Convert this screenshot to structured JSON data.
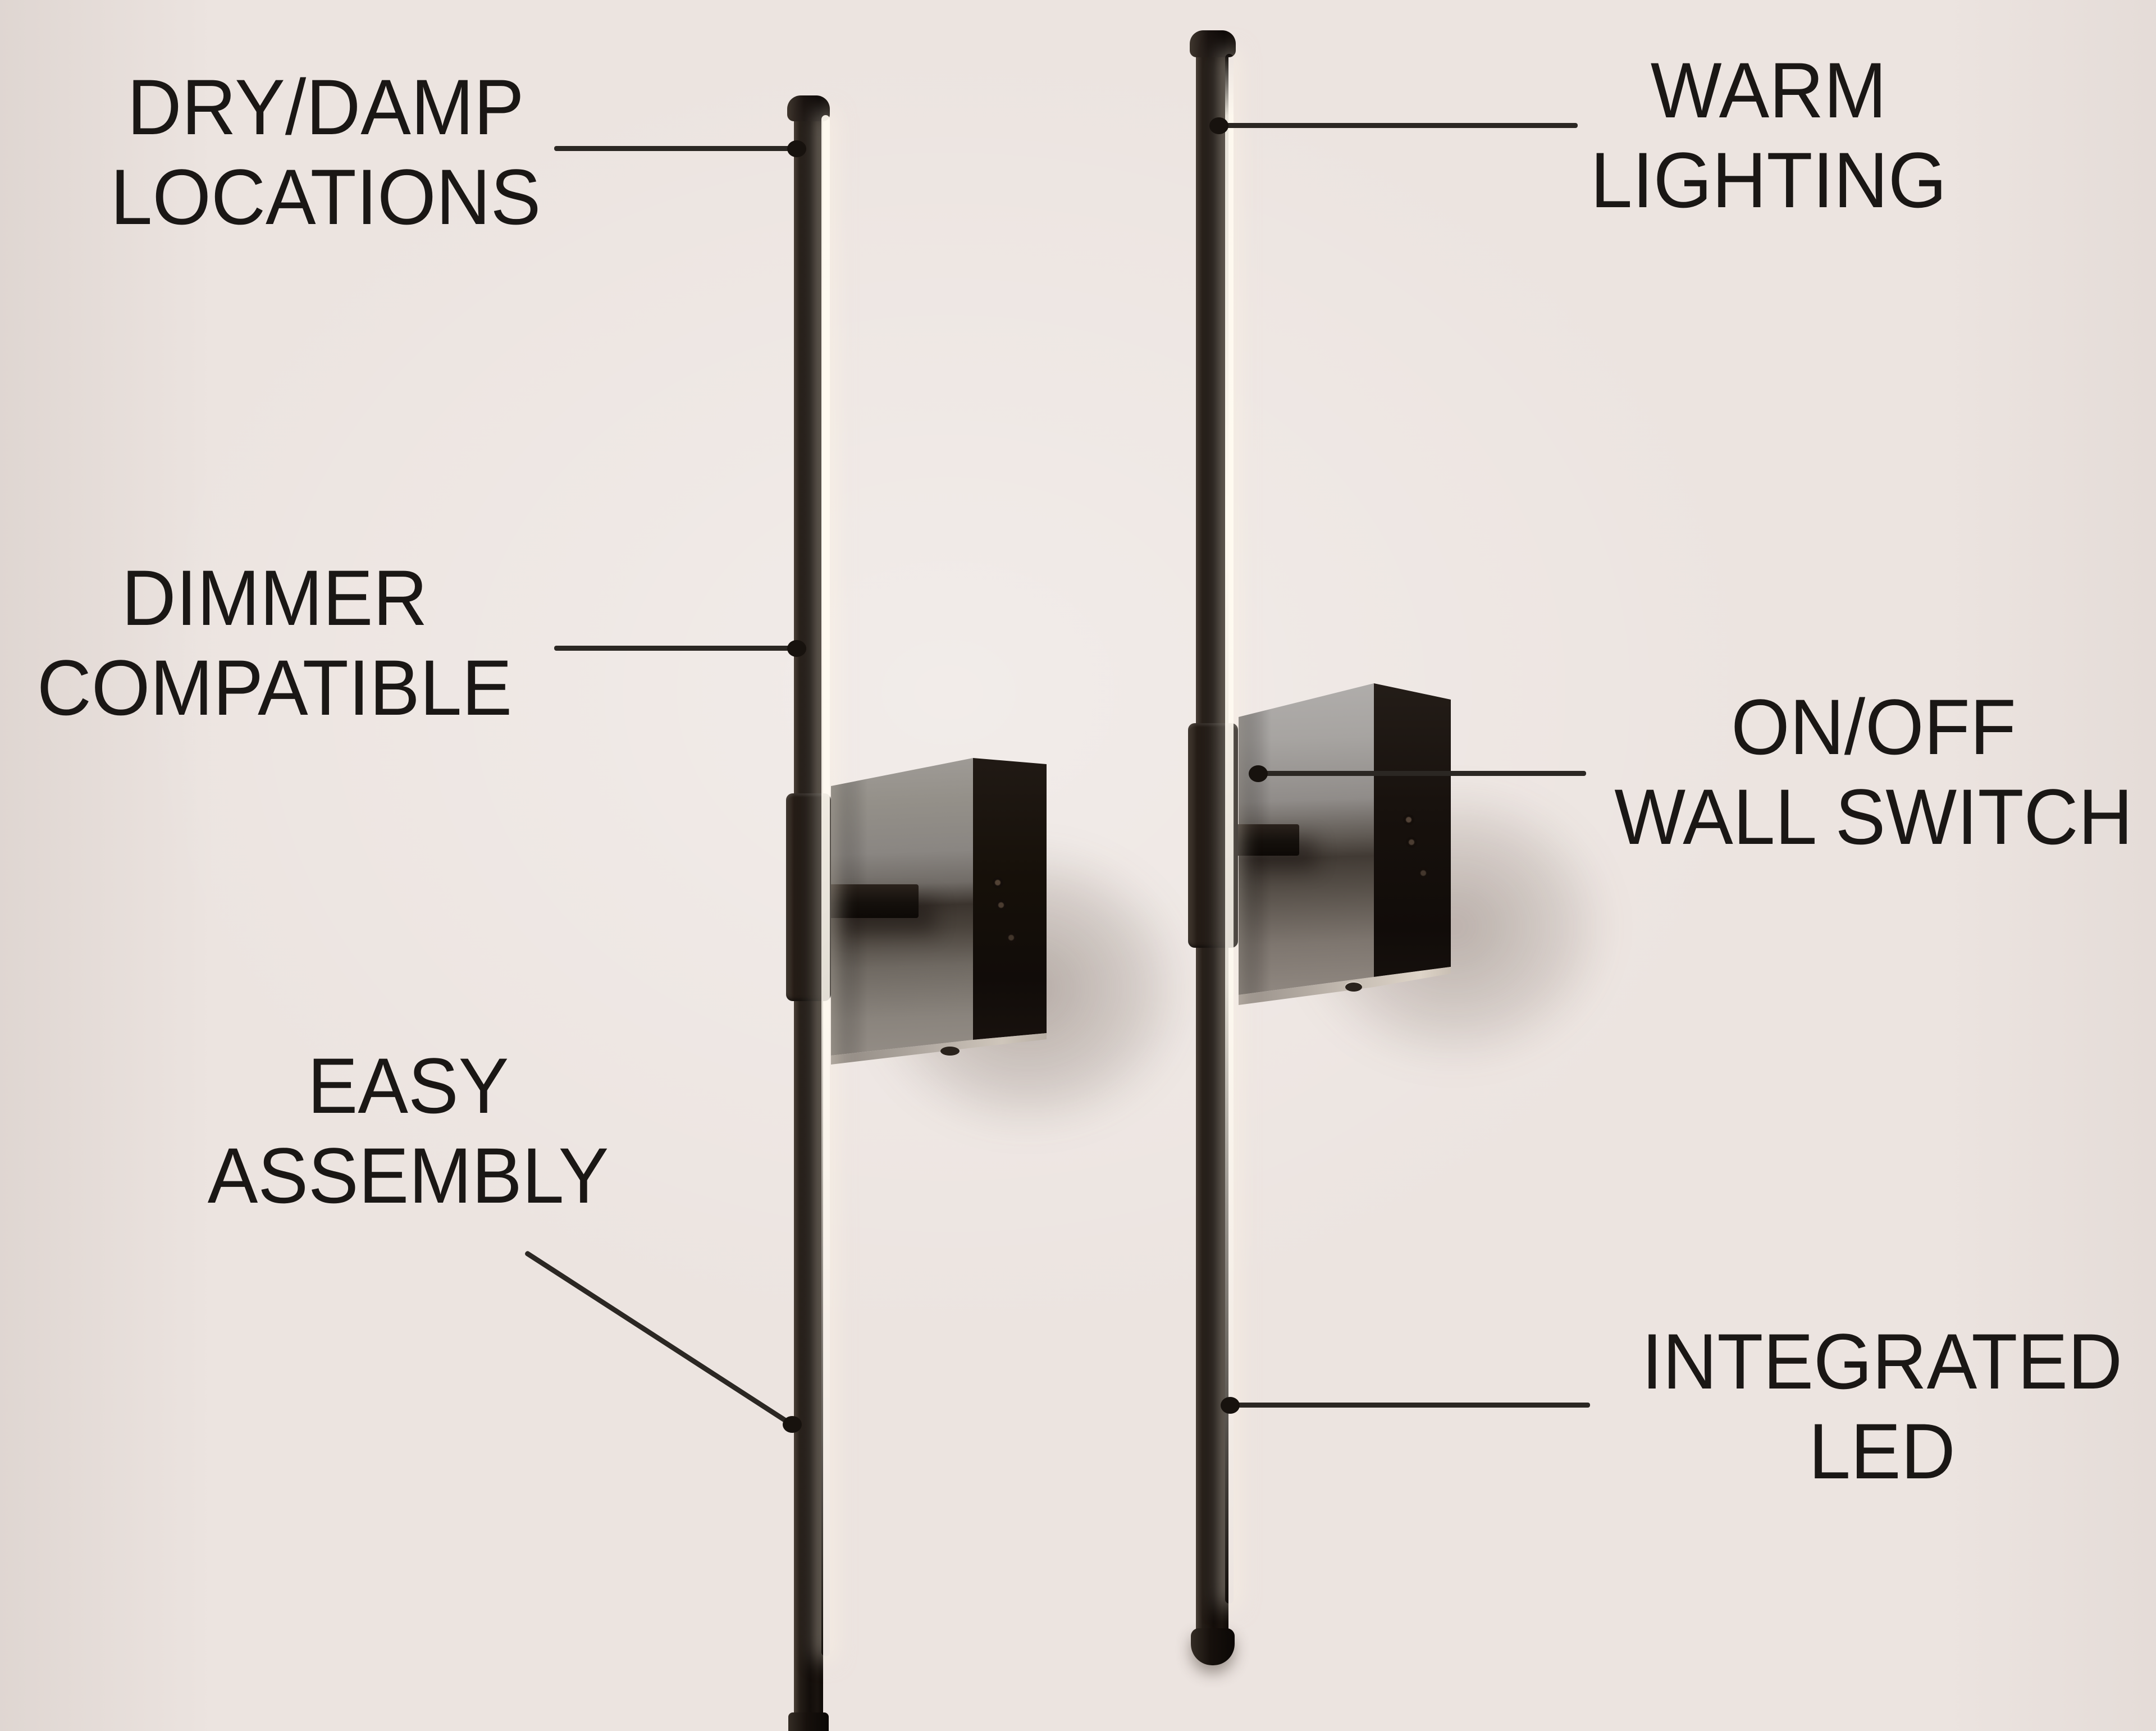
{
  "labels": {
    "dry_damp": [
      "DRY/DAMP",
      "LOCATIONS"
    ],
    "dimmer": [
      "DIMMER",
      "COMPATIBLE"
    ],
    "easy": [
      "EASY",
      "ASSEMBLY"
    ],
    "warm": [
      "WARM",
      "LIGHTING"
    ],
    "on_off": [
      "ON/OFF",
      "WALL SWITCH"
    ],
    "integrated": [
      "INTEGRATED",
      "LED"
    ]
  },
  "colors": {
    "bg": "#ece4e0",
    "bg-edge": "#ddd4d0",
    "text": "#1a1715",
    "line": "#2b2723",
    "dot": "#17120e",
    "rod-dark": "#120d0a",
    "rod-light": "#4a4038",
    "glow": "#fffaf0",
    "face-light": "#a19d99",
    "face-dark": "#17110d"
  }
}
